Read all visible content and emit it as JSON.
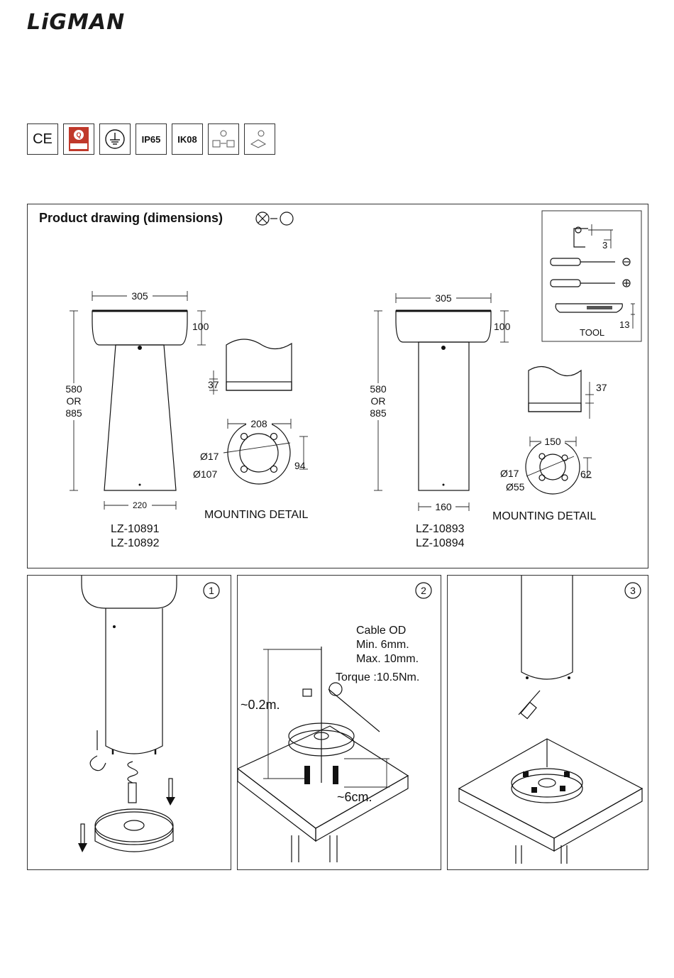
{
  "brand": {
    "logo_text": "LiGMAN"
  },
  "certifications": [
    {
      "name": "ce",
      "label": "CE"
    },
    {
      "name": "quality",
      "label": ""
    },
    {
      "name": "earth",
      "label": ""
    },
    {
      "name": "ip",
      "label": "IP65"
    },
    {
      "name": "ik",
      "label": "IK08"
    },
    {
      "name": "lamp",
      "label": ""
    },
    {
      "name": "driver",
      "label": ""
    }
  ],
  "drawing": {
    "title": "Product drawing (dimensions)",
    "left": {
      "width_top": "305",
      "head_h": "100",
      "h1": "580",
      "or": "OR",
      "h2": "885",
      "width_base": "220",
      "models": [
        "LZ-10891",
        "LZ-10892"
      ],
      "detail_h": "37",
      "detail_w": "208",
      "hole_d": "Ø17",
      "circle_d": "Ø107",
      "span": "94",
      "mount_label": "MOUNTING DETAIL"
    },
    "right": {
      "width_top": "305",
      "head_h": "100",
      "h1": "580",
      "or": "OR",
      "h2": "885",
      "width_base": "160",
      "models": [
        "LZ-10893",
        "LZ-10894"
      ],
      "detail_h": "37",
      "detail_w": "150",
      "hole_d": "Ø17",
      "circle_d": "Ø55",
      "span": "62",
      "mount_label": "MOUNTING DETAIL"
    },
    "tools": {
      "hex": "3",
      "wrench": "13",
      "label": "TOOL"
    }
  },
  "steps": {
    "s1": {
      "num": "1"
    },
    "s2": {
      "num": "2",
      "cable_title": "Cable OD",
      "cable_min": "Min. 6mm.",
      "cable_max": "Max. 10mm.",
      "torque": "Torque :10.5Nm.",
      "depth": "~0.2m.",
      "protrude": "~6cm."
    },
    "s3": {
      "num": "3"
    }
  }
}
